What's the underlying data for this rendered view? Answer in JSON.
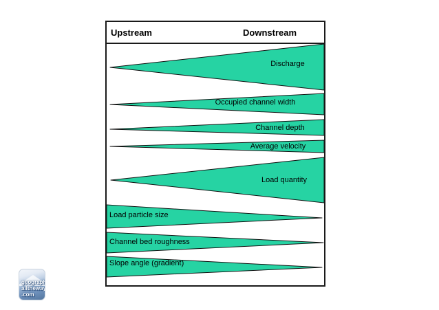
{
  "header": {
    "left": "Upstream",
    "right": "Downstream"
  },
  "wedges": [
    {
      "label": "Discharge",
      "trend": "increases downstream"
    },
    {
      "label": "Occupied channel width",
      "trend": "increases downstream"
    },
    {
      "label": "Channel depth",
      "trend": "increases downstream"
    },
    {
      "label": "Average velocity",
      "trend": "increases downstream"
    },
    {
      "label": "Load quantity",
      "trend": "increases downstream"
    },
    {
      "label": "Load particle size",
      "trend": "decreases downstream"
    },
    {
      "label": "Channel bed roughness",
      "trend": "decreases downstream"
    },
    {
      "label": "Slope angle (gradient)",
      "trend": "decreases downstream"
    }
  ],
  "colors": {
    "wedge_fill": "#26d3a3",
    "outline": "#111111"
  },
  "logo": {
    "line1": "geography",
    "line2": "alltheway",
    "line3": ".com"
  }
}
